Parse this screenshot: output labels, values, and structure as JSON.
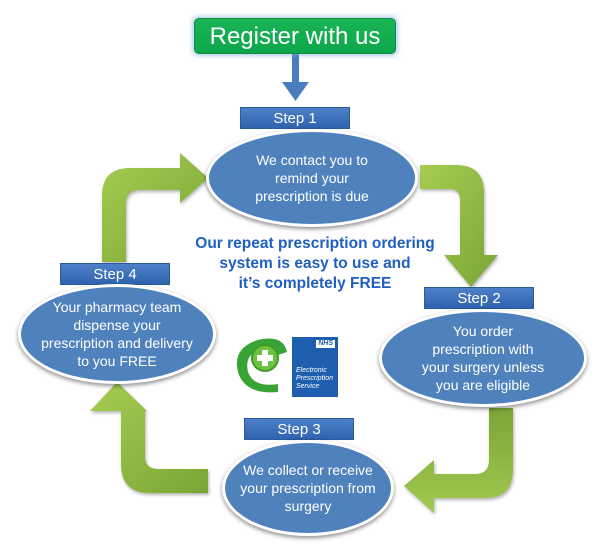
{
  "register": {
    "label": "Register with us"
  },
  "steps": [
    {
      "label": "Step 1",
      "text": "We contact you to remind your prescription is due"
    },
    {
      "label": "Step 2",
      "text": "You order prescription with your surgery unless you are eligible"
    },
    {
      "label": "Step 3",
      "text": "We collect or receive your prescription from surgery"
    },
    {
      "label": "Step 4",
      "text": "Your pharmacy team dispense your prescription and delivery to you FREE"
    }
  ],
  "center_message": {
    "line1": "Our repeat prescription ordering",
    "line2": "system is easy to use and",
    "line3": "it’s completely FREE"
  },
  "logos": {
    "eps": {
      "nhs": "NHS",
      "line1": "Electronic",
      "line2": "Prescription",
      "line3": "Service"
    }
  },
  "colors": {
    "register_green": "#12ab4f",
    "step_blue": "#3a6db5",
    "ellipse_blue": "#4f81bd",
    "arrow_green": "#8fbc3f",
    "center_text_blue": "#1f5fbf",
    "connector_blue": "#4a7cc0"
  }
}
